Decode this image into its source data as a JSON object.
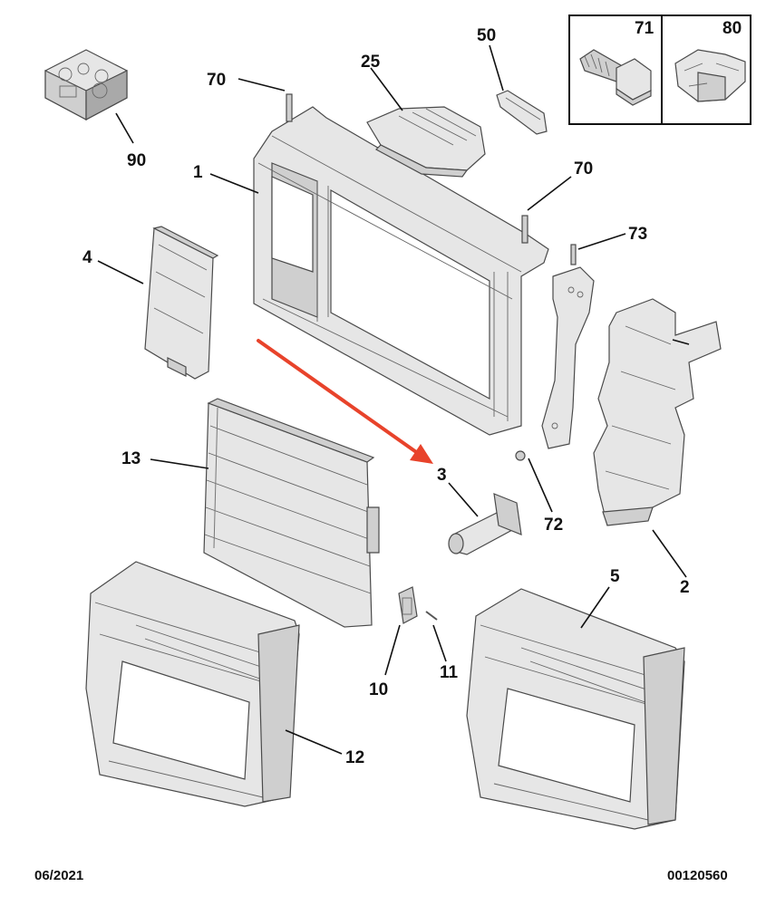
{
  "callouts": [
    {
      "id": "c1",
      "label": "1"
    },
    {
      "id": "c2",
      "label": "2"
    },
    {
      "id": "c3",
      "label": "3"
    },
    {
      "id": "c4",
      "label": "4"
    },
    {
      "id": "c5",
      "label": "5"
    },
    {
      "id": "c10",
      "label": "10"
    },
    {
      "id": "c11",
      "label": "11"
    },
    {
      "id": "c12",
      "label": "12"
    },
    {
      "id": "c13",
      "label": "13"
    },
    {
      "id": "c25",
      "label": "25"
    },
    {
      "id": "c50",
      "label": "50"
    },
    {
      "id": "c70a",
      "label": "70"
    },
    {
      "id": "c70b",
      "label": "70"
    },
    {
      "id": "c72",
      "label": "72"
    },
    {
      "id": "c73",
      "label": "73"
    },
    {
      "id": "c90",
      "label": "90"
    }
  ],
  "hardware_box": {
    "left_label": "71",
    "right_label": "80"
  },
  "footer": {
    "date": "06/2021",
    "reference": "00120560"
  },
  "colors": {
    "arrow": "#e8432b",
    "line": "#111111",
    "part_fill": "#dcdcdc"
  }
}
